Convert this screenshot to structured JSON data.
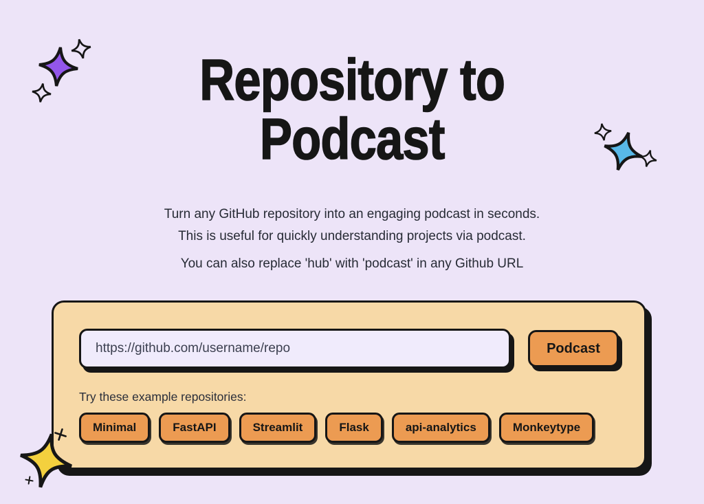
{
  "header": {
    "title_line1": "Repository to",
    "title_line2": "Podcast"
  },
  "intro": {
    "line1": "Turn any GitHub repository into an engaging podcast in seconds.",
    "line2": "This is useful for quickly understanding projects via podcast.",
    "line3": "You can also replace 'hub' with 'podcast' in any Github URL"
  },
  "form": {
    "url_input": {
      "placeholder": "https://github.com/username/repo",
      "value": ""
    },
    "podcast_button_label": "Podcast",
    "examples_label": "Try these example repositories:",
    "example_buttons": [
      "Minimal",
      "FastAPI",
      "Streamlit",
      "Flask",
      "api-analytics",
      "Monkeytype"
    ]
  },
  "decorations": {
    "top_left": "purple-sparkle with two small outline sparkles",
    "right": "blue-sparkle with two small outline sparkles",
    "bottom_left": "yellow-star with two plus marks"
  },
  "colors": {
    "page_bg": "#EDE4F8",
    "card_bg": "#F7D9A7",
    "accent_orange": "#EC9B52",
    "input_bg": "#F0EBFC",
    "ink": "#161616",
    "text_dark": "#272B35",
    "purple_sparkle": "#9356EB",
    "blue_sparkle": "#58B8E8",
    "yellow_star": "#F3D03E"
  }
}
